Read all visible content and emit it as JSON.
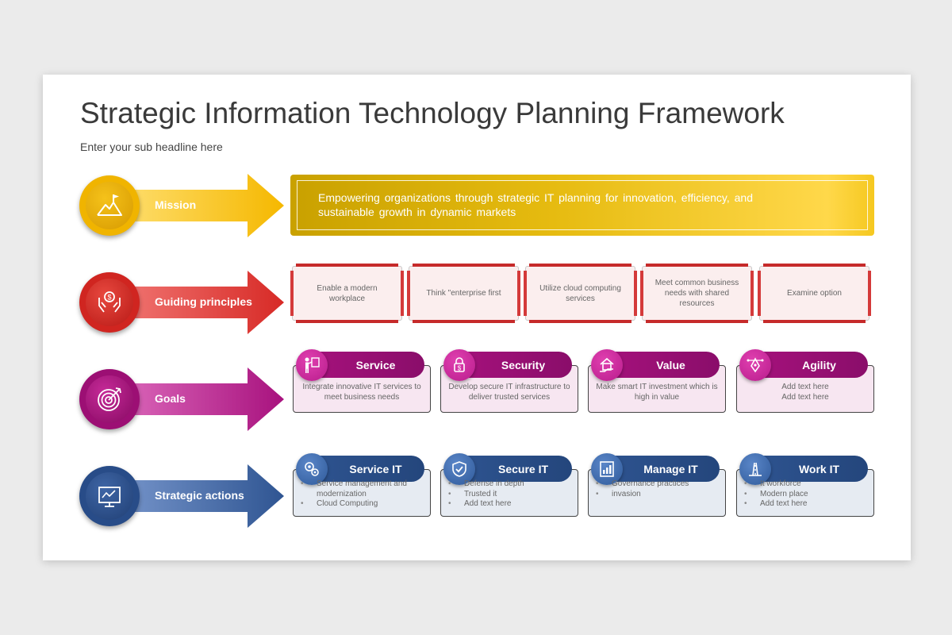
{
  "title": "Strategic Information Technology Planning Framework",
  "subtitle": "Enter your sub headline here",
  "rows": [
    {
      "label": "Mission",
      "icon": "mountain-flag-icon",
      "color": "#f2b705"
    },
    {
      "label": "Guiding principles",
      "icon": "hands-money-icon",
      "color": "#d8312e"
    },
    {
      "label": "Goals",
      "icon": "target-icon",
      "color": "#a8127e"
    },
    {
      "label": "Strategic actions",
      "icon": "presentation-board-icon",
      "color": "#2f5592"
    }
  ],
  "mission_text": "Empowering organizations through strategic IT planning for innovation, efficiency, and sustainable growth in dynamic markets",
  "principles": [
    "Enable a modern workplace",
    "Think \"enterprise first",
    "Utilize cloud computing services",
    "Meet common business needs with shared resources",
    "Examine option"
  ],
  "goals": [
    {
      "title": "Service",
      "icon": "presenter-icon",
      "desc": "Integrate innovative IT services to meet business needs"
    },
    {
      "title": "Security",
      "icon": "lock-shield-icon",
      "desc": "Develop secure IT infrastructure to deliver trusted services"
    },
    {
      "title": "Value",
      "icon": "house-hand-icon",
      "desc": "Make smart IT investment which is high in value"
    },
    {
      "title": "Agility",
      "icon": "pen-tool-icon",
      "desc": "Add text here\nAdd text here"
    }
  ],
  "actions": [
    {
      "title": "Service IT",
      "icon": "gears-icon",
      "items": [
        "Service management and modernization",
        "Cloud Computing"
      ]
    },
    {
      "title": "Secure IT",
      "icon": "shield-check-icon",
      "items": [
        "Defense in depth",
        "Trusted it",
        "Add text here"
      ]
    },
    {
      "title": "Manage IT",
      "icon": "bar-chart-icon",
      "items": [
        "Governance practices",
        "invasion"
      ]
    },
    {
      "title": "Work IT",
      "icon": "road-sign-icon",
      "items": [
        "It workforce",
        "Modern place",
        "Add text here"
      ]
    }
  ]
}
